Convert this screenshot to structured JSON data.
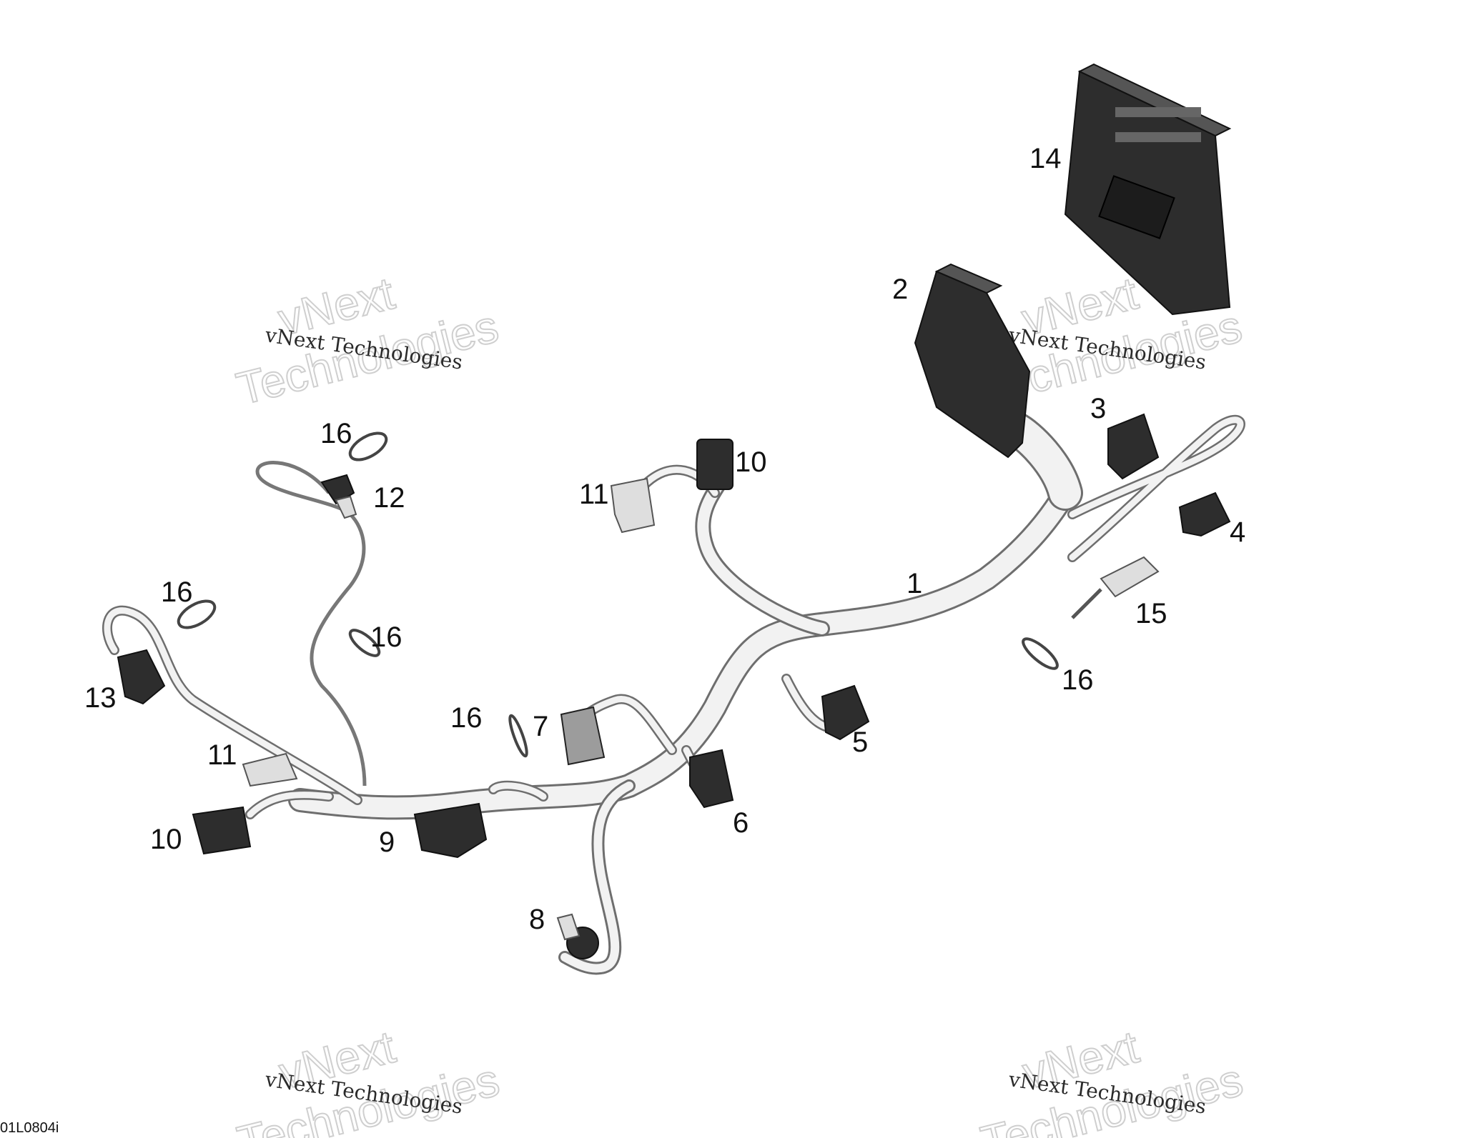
{
  "diagram_code": "01L0804i",
  "watermark": {
    "brand": "vNext",
    "word": "Technologies",
    "line": "vNext Technologies"
  },
  "callouts": [
    {
      "id": "c1",
      "label": "1"
    },
    {
      "id": "c2",
      "label": "2"
    },
    {
      "id": "c3",
      "label": "3"
    },
    {
      "id": "c4",
      "label": "4"
    },
    {
      "id": "c5",
      "label": "5"
    },
    {
      "id": "c6",
      "label": "6"
    },
    {
      "id": "c7",
      "label": "7"
    },
    {
      "id": "c8",
      "label": "8"
    },
    {
      "id": "c9",
      "label": "9"
    },
    {
      "id": "c10a",
      "label": "10"
    },
    {
      "id": "c10b",
      "label": "10"
    },
    {
      "id": "c11a",
      "label": "11"
    },
    {
      "id": "c11b",
      "label": "11"
    },
    {
      "id": "c12",
      "label": "12"
    },
    {
      "id": "c13",
      "label": "13"
    },
    {
      "id": "c14",
      "label": "14"
    },
    {
      "id": "c15",
      "label": "15"
    },
    {
      "id": "c16a",
      "label": "16"
    },
    {
      "id": "c16b",
      "label": "16"
    },
    {
      "id": "c16c",
      "label": "16"
    },
    {
      "id": "c16d",
      "label": "16"
    },
    {
      "id": "c16e",
      "label": "16"
    }
  ]
}
